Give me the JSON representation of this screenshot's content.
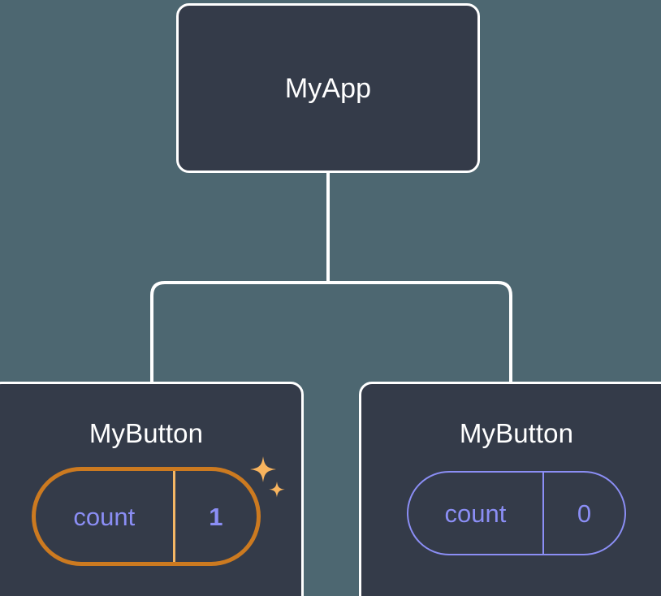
{
  "diagram": {
    "type": "component-tree",
    "background_color": "#4d6771",
    "node_fill_color": "#343b49",
    "node_border_color": "#ffffff",
    "connector_color": "#ffffff",
    "accent_color": "#8b8ef5",
    "highlight_color": "#f5b765",
    "highlight_ring_color": "#cc7a20",
    "root": {
      "label": "MyApp"
    },
    "children": [
      {
        "label": "MyButton",
        "state": {
          "key": "count",
          "value": "1"
        },
        "highlighted": true,
        "sparkle_large": "sparkle-large-icon",
        "sparkle_small": "sparkle-small-icon"
      },
      {
        "label": "MyButton",
        "state": {
          "key": "count",
          "value": "0"
        },
        "highlighted": false
      }
    ]
  }
}
